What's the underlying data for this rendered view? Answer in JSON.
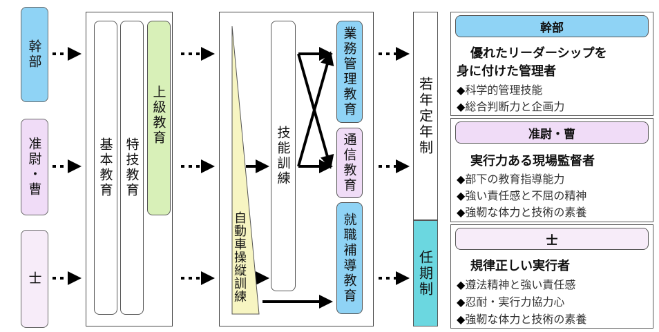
{
  "ranks": {
    "kanbu": "幹部",
    "junishi_sou": "准尉・曹",
    "shi": "士"
  },
  "basic_courses": {
    "kihon": "基本教育",
    "tokugi": "特技教育",
    "joukyu": "上級教育"
  },
  "skill_courses": {
    "jidousha": "自動車操縦訓練",
    "ginou": "技能訓練",
    "gyomu_kanri": "業務管理教育",
    "tsushin": "通信教育",
    "shushoku_hodou": "就職補導教育"
  },
  "retirement": {
    "jakunen": "若年定年制",
    "ninki": "任期制"
  },
  "profiles": [
    {
      "title": "幹部",
      "lead": [
        "優れたリーダーシップを",
        "身に付けた管理者"
      ],
      "items": [
        "科学的管理技能",
        "総合判断力と企画力"
      ]
    },
    {
      "title": "准尉・曹",
      "lead": [
        "実行力ある現場監督者"
      ],
      "items": [
        "部下の教育指導能力",
        "強い責任感と不屈の精神",
        "強靭な体力と技術の素養"
      ]
    },
    {
      "title": "士",
      "lead": [
        "規律正しい実行者"
      ],
      "items": [
        "遵法精神と強い責任感",
        "忍耐・実行力協力心",
        "強靭な体力と技術の素養"
      ]
    }
  ],
  "colors": {
    "kanbu": "#8fd3f5",
    "junishi_sou": "#f0dcf7",
    "shi": "#f7ecf9",
    "joukyu": "#d8f0b8",
    "jidousha": "#f7f5c2",
    "gyomu_kanri": "#8fd3f5",
    "tsushin": "#f0dcf7",
    "shushoku_hodou": "#8fd3f5",
    "ninki": "#6bd7e0",
    "title_kanbu": "#8fd3f5",
    "title_junishi_sou": "#f0dcf7",
    "title_shi": "#f7ecf9"
  },
  "bullet_mark": "◆"
}
